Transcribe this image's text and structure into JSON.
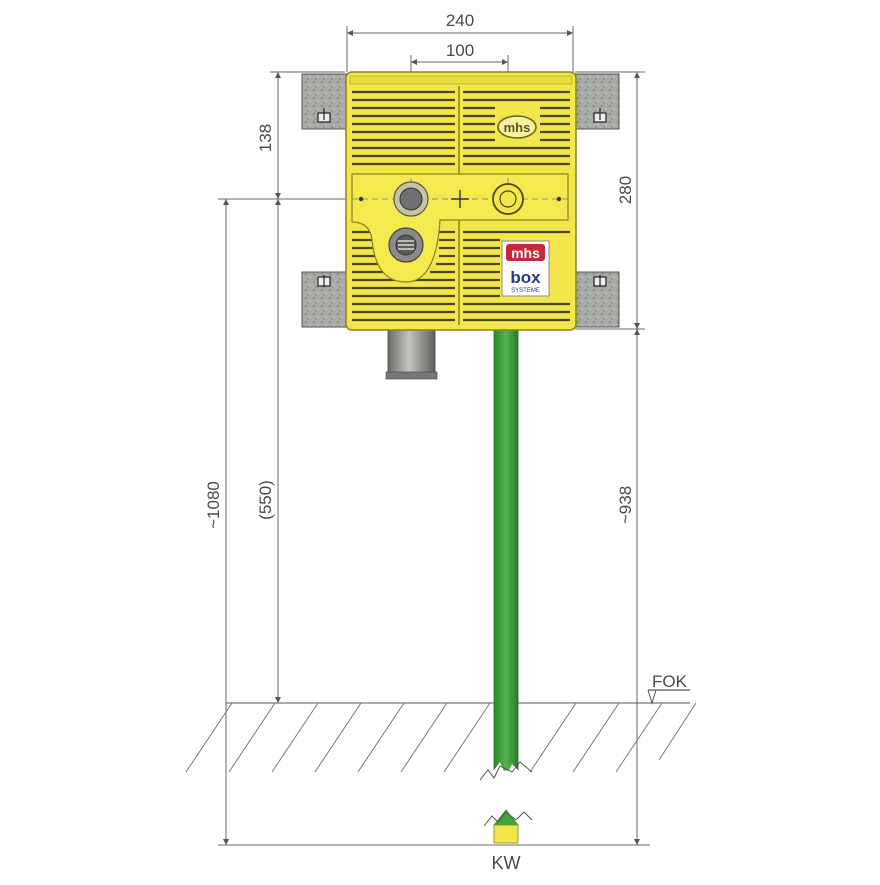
{
  "dimensions": {
    "width_total": "240",
    "width_inner": "100",
    "height_top": "138",
    "height_right": "280",
    "height_overall": "~1080",
    "height_middle": "(550)",
    "height_lower_right": "~938"
  },
  "labels": {
    "floor_level": "FOK",
    "cold_water": "KW"
  },
  "branding": {
    "logo_small": "mhs",
    "logo_badge_top": "mhs",
    "logo_badge_main": "box",
    "logo_badge_sub": "SYSTEME"
  },
  "colors": {
    "box_yellow": "#f2e64a",
    "box_outline": "#8a8420",
    "pipe_green": "#3a9a3a",
    "stone_gray": "#a8a8a4",
    "badge_red": "#c8283a",
    "badge_blue": "#2a3a8a"
  }
}
